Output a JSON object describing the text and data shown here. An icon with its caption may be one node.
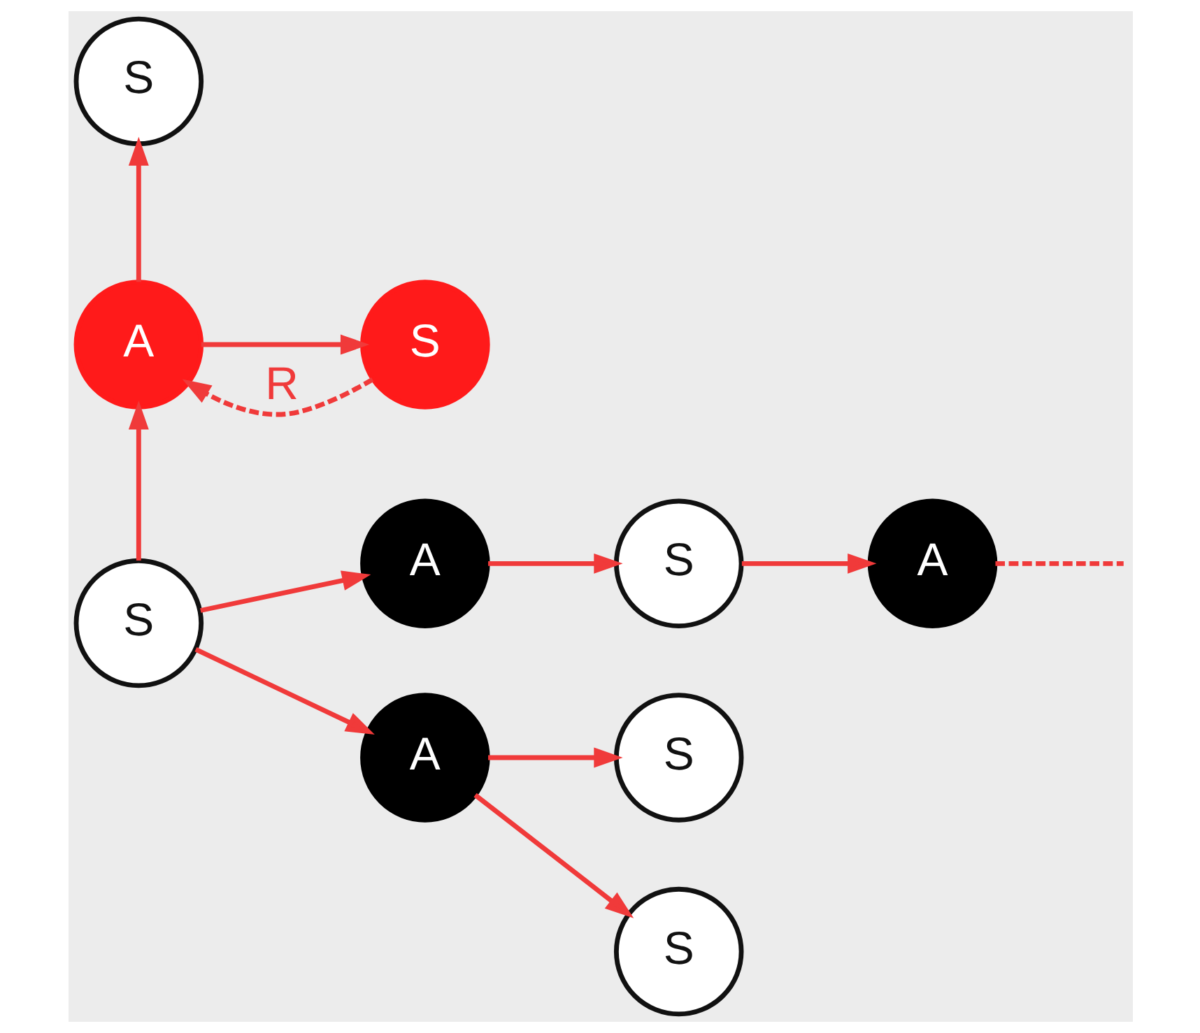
{
  "diagram": {
    "nodes": [
      {
        "text": [
          "S"
        ]
      },
      {
        "text": [
          "A"
        ]
      },
      {
        "text": [
          "S"
        ]
      },
      {
        "text": [
          "S"
        ]
      },
      {
        "text": [
          "A"
        ]
      },
      {
        "text": [
          "S"
        ]
      },
      {
        "text": [
          "A"
        ]
      },
      {
        "text": [
          "A"
        ]
      },
      {
        "text": [
          "S"
        ]
      },
      {
        "text": [
          "S"
        ]
      }
    ],
    "edges": [
      {
        "from": 1,
        "to": 0,
        "arrow": "to"
      },
      {
        "from": 1,
        "to": 2,
        "arrow": "to"
      },
      {
        "from": 2,
        "to": 1,
        "arrow": "to",
        "label": "R",
        "style": "dashed"
      },
      {
        "from": 3,
        "to": 1,
        "arrow": "to"
      },
      {
        "from": 3,
        "to": 4,
        "arrow": "to"
      },
      {
        "from": 3,
        "to": 7,
        "arrow": "to"
      },
      {
        "from": 4,
        "to": 5,
        "arrow": "to"
      },
      {
        "from": 5,
        "to": 6,
        "arrow": "to"
      },
      {
        "from": 6,
        "to": null,
        "arrow": "none",
        "style": "dashed"
      },
      {
        "from": 7,
        "to": 8,
        "arrow": "to"
      },
      {
        "from": 7,
        "to": 9,
        "arrow": "to"
      }
    ]
  }
}
